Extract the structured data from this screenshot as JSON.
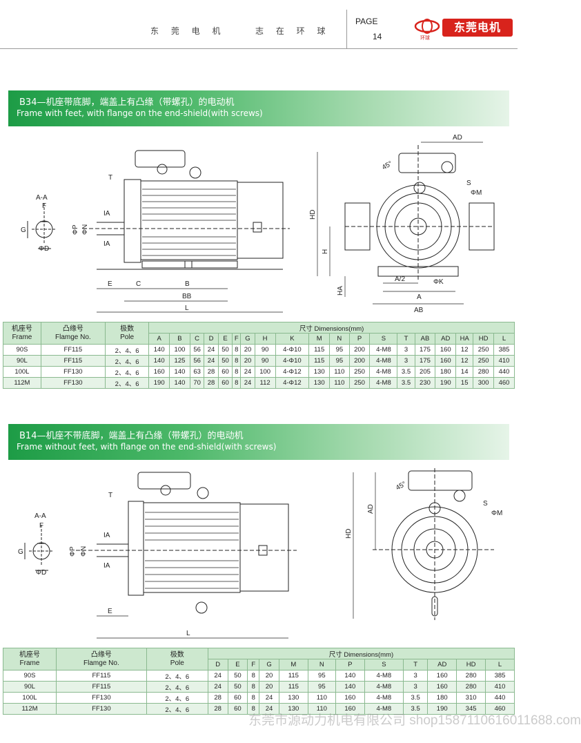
{
  "header": {
    "slogan_left": "东 莞 电 机",
    "slogan_right": "志 在 环 球",
    "page_label": "PAGE",
    "page_number": "14",
    "brand": "东莞电机",
    "brand_sub": "环球"
  },
  "colors": {
    "accent_green": "#1d9c46",
    "table_header": "#cde8cf",
    "brand_red": "#d8231c"
  },
  "section1": {
    "title_cn": "B34—机座带底脚，端盖上有凸缘（带螺孔）的电动机",
    "title_en": "Frame with feet, with flange on the end-shield(with screws)",
    "diagram_labels": {
      "aa": "A-A",
      "f": "F",
      "g": "G",
      "phi_d": "ΦD",
      "phi_p": "ΦP",
      "phi_n": "ΦN",
      "i_a1": "IA",
      "i_a2": "IA",
      "t": "T",
      "e": "E",
      "c": "C",
      "b": "B",
      "bb": "BB",
      "l": "L",
      "ad": "AD",
      "hd": "HD",
      "h": "H",
      "ha": "HA",
      "a_half": "A/2",
      "phi_k": "ΦK",
      "a": "A",
      "ab": "AB",
      "angle": "45°",
      "s": "S",
      "phi_m": "ΦM"
    },
    "table": {
      "col_frame": [
        "机座号",
        "Frame"
      ],
      "col_flange": [
        "凸缘号",
        "Flamge No."
      ],
      "col_pole": [
        "极数",
        "Pole"
      ],
      "dim_title": "尺寸  Dimensions(mm)",
      "dims": [
        "A",
        "B",
        "C",
        "D",
        "E",
        "F",
        "G",
        "H",
        "K",
        "M",
        "N",
        "P",
        "S",
        "T",
        "AB",
        "AD",
        "HA",
        "HD",
        "L"
      ],
      "rows": [
        {
          "frame": "90S",
          "flange": "FF115",
          "pole": "2、4、6",
          "vals": [
            "140",
            "100",
            "56",
            "24",
            "50",
            "8",
            "20",
            "90",
            "4-Φ10",
            "115",
            "95",
            "200",
            "4-M8",
            "3",
            "175",
            "160",
            "12",
            "250",
            "385"
          ]
        },
        {
          "frame": "90L",
          "flange": "FF115",
          "pole": "2、4、6",
          "vals": [
            "140",
            "125",
            "56",
            "24",
            "50",
            "8",
            "20",
            "90",
            "4-Φ10",
            "115",
            "95",
            "200",
            "4-M8",
            "3",
            "175",
            "160",
            "12",
            "250",
            "410"
          ]
        },
        {
          "frame": "100L",
          "flange": "FF130",
          "pole": "2、4、6",
          "vals": [
            "160",
            "140",
            "63",
            "28",
            "60",
            "8",
            "24",
            "100",
            "4-Φ12",
            "130",
            "110",
            "250",
            "4-M8",
            "3.5",
            "205",
            "180",
            "14",
            "280",
            "440"
          ]
        },
        {
          "frame": "112M",
          "flange": "FF130",
          "pole": "2、4、6",
          "vals": [
            "190",
            "140",
            "70",
            "28",
            "60",
            "8",
            "24",
            "112",
            "4-Φ12",
            "130",
            "110",
            "250",
            "4-M8",
            "3.5",
            "230",
            "190",
            "15",
            "300",
            "460"
          ]
        }
      ]
    }
  },
  "section2": {
    "title_cn": "B14—机座不带底脚，端盖上有凸缘（带螺孔）的电动机",
    "title_en": "Frame without feet, with flange on the end-shield(with screws)",
    "diagram_labels": {
      "aa": "A-A",
      "f": "F",
      "g": "G",
      "phi_d": "ΦD",
      "phi_p": "ΦP",
      "phi_n": "ΦN",
      "i_a1": "IA",
      "i_a2": "IA",
      "t": "T",
      "e": "E",
      "l": "L",
      "ad": "AD",
      "hd": "HD",
      "angle": "45°",
      "s": "S",
      "phi_m": "ΦM"
    },
    "table": {
      "col_frame": [
        "机座号",
        "Frame"
      ],
      "col_flange": [
        "凸缘号",
        "Flamge No."
      ],
      "col_pole": [
        "极数",
        "Pole"
      ],
      "dim_title": "尺寸  Dimensions(mm)",
      "dims": [
        "D",
        "E",
        "F",
        "G",
        "M",
        "N",
        "P",
        "S",
        "T",
        "AD",
        "HD",
        "L"
      ],
      "rows": [
        {
          "frame": "90S",
          "flange": "FF115",
          "pole": "2、4、6",
          "vals": [
            "24",
            "50",
            "8",
            "20",
            "115",
            "95",
            "140",
            "4-M8",
            "3",
            "160",
            "280",
            "385"
          ]
        },
        {
          "frame": "90L",
          "flange": "FF115",
          "pole": "2、4、6",
          "vals": [
            "24",
            "50",
            "8",
            "20",
            "115",
            "95",
            "140",
            "4-M8",
            "3",
            "160",
            "280",
            "410"
          ]
        },
        {
          "frame": "100L",
          "flange": "FF130",
          "pole": "2、4、6",
          "vals": [
            "28",
            "60",
            "8",
            "24",
            "130",
            "110",
            "160",
            "4-M8",
            "3.5",
            "180",
            "310",
            "440"
          ]
        },
        {
          "frame": "112M",
          "flange": "FF130",
          "pole": "2、4、6",
          "vals": [
            "28",
            "60",
            "8",
            "24",
            "130",
            "110",
            "160",
            "4-M8",
            "3.5",
            "190",
            "345",
            "460"
          ]
        }
      ]
    }
  },
  "watermark": "东莞市源动力机电有限公司 shop1587110616011688.com"
}
